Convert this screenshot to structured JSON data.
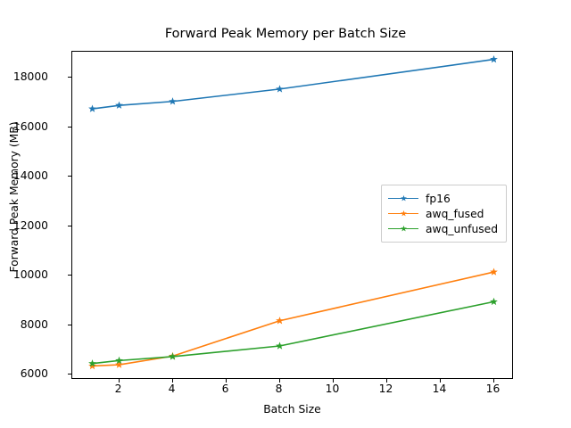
{
  "chart_data": {
    "type": "line",
    "title": "Forward Peak Memory per Batch Size",
    "xlabel": "Batch Size",
    "ylabel": "Forward Peak Memory (MB)",
    "x": [
      1,
      2,
      4,
      8,
      16
    ],
    "xlim": [
      0.25,
      16.75
    ],
    "ylim": [
      5790,
      19060
    ],
    "xticks": [
      2,
      4,
      6,
      8,
      10,
      12,
      14,
      16
    ],
    "xticklabels": [
      "2",
      "4",
      "6",
      "8",
      "10",
      "12",
      "14",
      "16"
    ],
    "yticks": [
      6000,
      8000,
      10000,
      12000,
      14000,
      16000,
      18000
    ],
    "yticklabels": [
      "6000",
      "8000",
      "10000",
      "12000",
      "14000",
      "16000",
      "18000"
    ],
    "grid": false,
    "legend_position": "center right",
    "marker": "star",
    "series": [
      {
        "name": "fp16",
        "color": "#1f77b4",
        "values": [
          16750,
          16890,
          17050,
          17550,
          18750
        ]
      },
      {
        "name": "awq_fused",
        "color": "#ff7f0e",
        "values": [
          6350,
          6400,
          6750,
          8180,
          10150
        ]
      },
      {
        "name": "awq_unfused",
        "color": "#2ca02c",
        "values": [
          6450,
          6570,
          6730,
          7160,
          8950
        ]
      }
    ]
  }
}
